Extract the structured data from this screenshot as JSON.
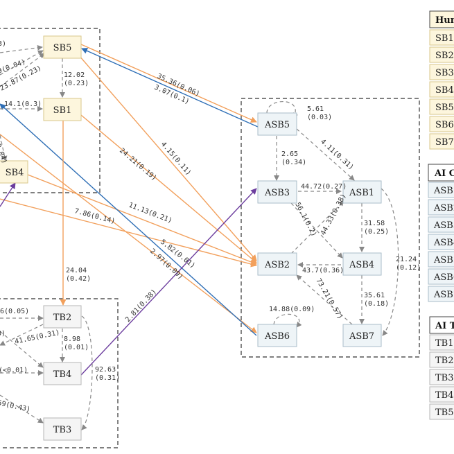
{
  "colors": {
    "human_fill": "#fdf6dd",
    "human_stroke": "#d8c78a",
    "ai_fill": "#eef4f7",
    "ai_stroke": "#a9bcc8",
    "tb_fill": "#f5f5f5",
    "tb_stroke": "#b5b5b5",
    "orange": "#f2a05c",
    "blue": "#2f6fb6",
    "purple": "#6c3d9e",
    "gray": "#888888"
  },
  "nodes": {
    "SB5": "SB5",
    "SB1": "SB1",
    "SB4": "SB4",
    "ASB5": "ASB5",
    "ASB3": "ASB3",
    "ASB1": "ASB1",
    "ASB2": "ASB2",
    "ASB4": "ASB4",
    "ASB6": "ASB6",
    "ASB7": "ASB7",
    "TB2": "TB2",
    "TB4": "TB4",
    "TB3": "TB3"
  },
  "edge_labels": {
    "sb5_sb1": [
      "12.02",
      "(0.23)"
    ],
    "sb1_tb2": [
      "24.04",
      "(0.42)"
    ],
    "tb2_tb4": [
      "8.98",
      "(0.01)"
    ],
    "tb2_tb3": [
      "92.63",
      "(0.31)"
    ],
    "asb5_self": [
      "5.61",
      "(0.03)"
    ],
    "asb5_asb3": [
      "2.65",
      "(0.34)"
    ],
    "asb1_asb4": [
      "31.58",
      "(0.25)"
    ],
    "asb1_asb7": [
      "21.24",
      "(0.12)"
    ],
    "asb4_asb7": [
      "35.61",
      "(0.18)"
    ],
    "left_sb5_a": "3)",
    "left_sb5_b": "9(0.04)",
    "left_sb5_c": "23.87(0.23)",
    "left_sb1": "14.1(0.3)",
    "left_sb4": "(0.04)",
    "sb5_asb5": "35.36(0.06)",
    "asb5_sb5": "3.07(0.1)",
    "sb5_asb2": "4.15(0.11)",
    "sb1_asb2": "24.21(0.19)",
    "sb4_asb2": "11.13(0.21)",
    "left_asb2": "7.86(0.14)",
    "sb1_asb6": "5.82(0.01)",
    "asb6_sb1": "2.97(0.09)",
    "tb4_asb3": "2.81(0.38)",
    "asb5_asb1": "4.11(0.31)",
    "asb3_asb1": "44.72(0.27)",
    "asb3_asb4": "56.1(0.2)",
    "asb2_asb1": "44.33(0.38)",
    "asb4_asb2": "43.7(0.36)",
    "asb7_asb2": "73.21(0.57)",
    "asb6_self": "14.88(0.09)",
    "left_tb2": "6(0.05)",
    "left_tb4_a": "3)",
    "left_tb4_b": "41.65(0.31)",
    "left_tb4_c": "(<0.01)",
    "left_tb3": "59(0.43)"
  },
  "legend": {
    "human": {
      "title": "Hun",
      "items": [
        "SB1",
        "SB2",
        "SB3",
        "SB4",
        "SB5",
        "SB6",
        "SB7"
      ]
    },
    "ai": {
      "title": "AI C",
      "items": [
        "ASB1",
        "ASB2",
        "ASB3",
        "ASB4",
        "ASB5",
        "ASB6",
        "ASB7"
      ]
    },
    "tb": {
      "title": "AI T",
      "items": [
        "TB1",
        "TB2",
        "TB3",
        "TB4",
        "TB5"
      ]
    }
  }
}
